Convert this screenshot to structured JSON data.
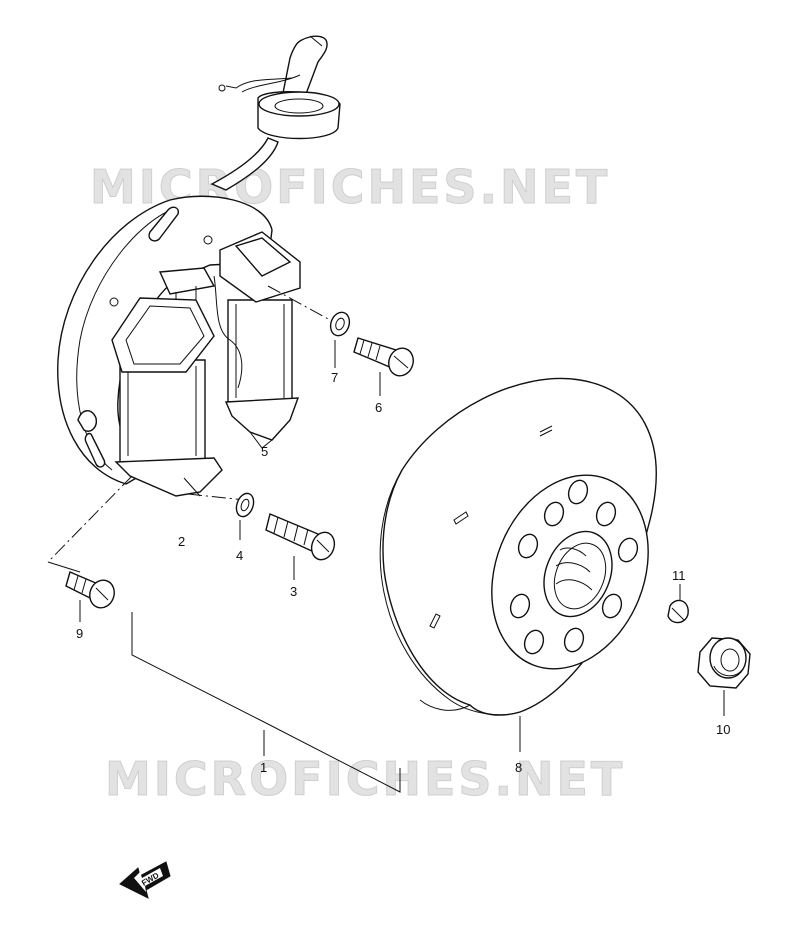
{
  "watermark": {
    "text_top": "MICROFICHES.NET",
    "text_bottom": "MICROFICHES.NET"
  },
  "callouts": [
    "1",
    "2",
    "3",
    "4",
    "5",
    "6",
    "7",
    "8",
    "9",
    "10",
    "11"
  ],
  "direction_arrow": {
    "label": "FWD"
  }
}
